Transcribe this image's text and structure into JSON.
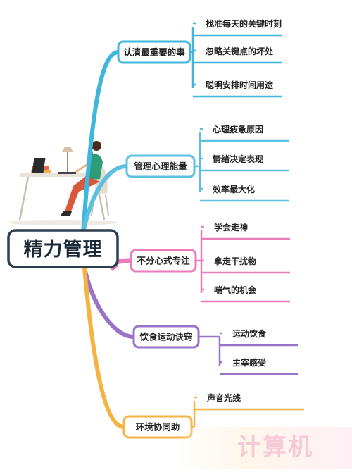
{
  "root": {
    "label": "精力管理"
  },
  "branches": [
    {
      "label": "认清最重要的事",
      "color": "#3fb6dc",
      "items": [
        "找准每天的关键时刻",
        "忽略关键点的坏处",
        "聪明安排时间用途"
      ]
    },
    {
      "label": "管理心理能量",
      "color": "#5bbfe0",
      "items": [
        "心理疲惫原因",
        "情绪决定表现",
        "效率最大化"
      ]
    },
    {
      "label": "不分心式专注",
      "color": "#e97cb9",
      "items": [
        "学会走神",
        "拿走干扰物",
        "喘气的机会"
      ]
    },
    {
      "label": "饮食运动诀窍",
      "color": "#9a72c8",
      "items": [
        "运动饮食",
        "主宰感受"
      ]
    },
    {
      "label": "环境协同助",
      "color": "#f5b342",
      "items": [
        "声音光线"
      ]
    }
  ],
  "watermark": {
    "text": "计算机"
  }
}
